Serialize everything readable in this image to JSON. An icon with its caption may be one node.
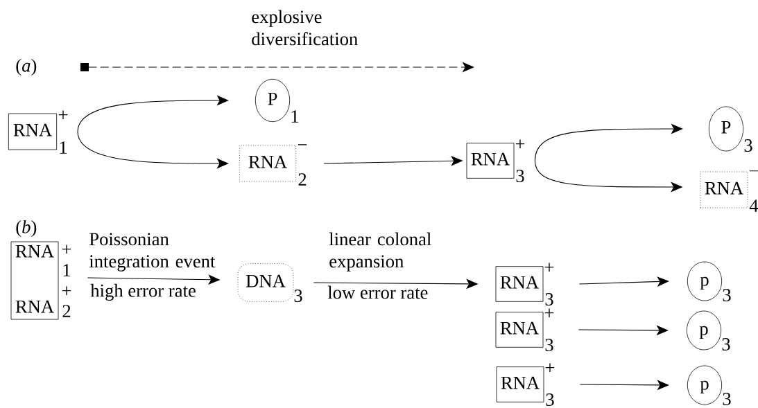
{
  "diagram": {
    "nodes": [
      {
        "text": [
          "RNA"
        ],
        "beside": [
          "+",
          "1"
        ]
      },
      {
        "text": [
          "P"
        ],
        "beside": [
          "1"
        ]
      },
      {
        "text": [
          "RNA"
        ],
        "beside": [
          "−",
          "2"
        ]
      },
      {
        "text": [
          "RNA"
        ],
        "beside": [
          "+",
          "3"
        ]
      },
      {
        "text": [
          "P"
        ],
        "beside": [
          "3"
        ]
      },
      {
        "text": [
          "RNA"
        ],
        "beside": [
          "−",
          "4"
        ]
      },
      {
        "text": [
          "RNA",
          "RNA"
        ],
        "beside": [
          "+",
          "1",
          "+",
          "2"
        ]
      },
      {
        "text": [
          "DNA"
        ],
        "beside": [
          "3"
        ]
      },
      {
        "text": [
          "RNA"
        ],
        "beside": [
          "+",
          "3"
        ]
      },
      {
        "text": [
          "RNA"
        ],
        "beside": [
          "+",
          "3"
        ]
      },
      {
        "text": [
          "RNA"
        ],
        "beside": [
          "+",
          "3"
        ]
      },
      {
        "text": [
          "p"
        ],
        "beside": [
          "3"
        ]
      },
      {
        "text": [
          "p"
        ],
        "beside": [
          "3"
        ]
      },
      {
        "text": [
          "p"
        ],
        "beside": [
          "3"
        ]
      }
    ],
    "edges": [
      {
        "from": 0,
        "to": 1,
        "arrow": "to"
      },
      {
        "from": 0,
        "to": 2,
        "arrow": "to"
      },
      {
        "from": 2,
        "to": 3,
        "arrow": "to"
      },
      {
        "from": 3,
        "to": 4,
        "arrow": "to"
      },
      {
        "from": 3,
        "to": 5,
        "arrow": "to"
      },
      {
        "from": 6,
        "to": 7,
        "arrow": "to",
        "label": "Poissonian integration event"
      },
      {
        "from": 7,
        "to": 8,
        "arrow": "to",
        "label": "linear colonal expansion"
      },
      {
        "from": 8,
        "to": 11,
        "arrow": "to"
      },
      {
        "from": 9,
        "to": 12,
        "arrow": "to"
      },
      {
        "from": 10,
        "to": 13,
        "arrow": "to"
      }
    ],
    "labels": [
      "(*a*)",
      "explosive diversification",
      "(*b*)",
      "high error rate",
      "low error rate"
    ]
  }
}
